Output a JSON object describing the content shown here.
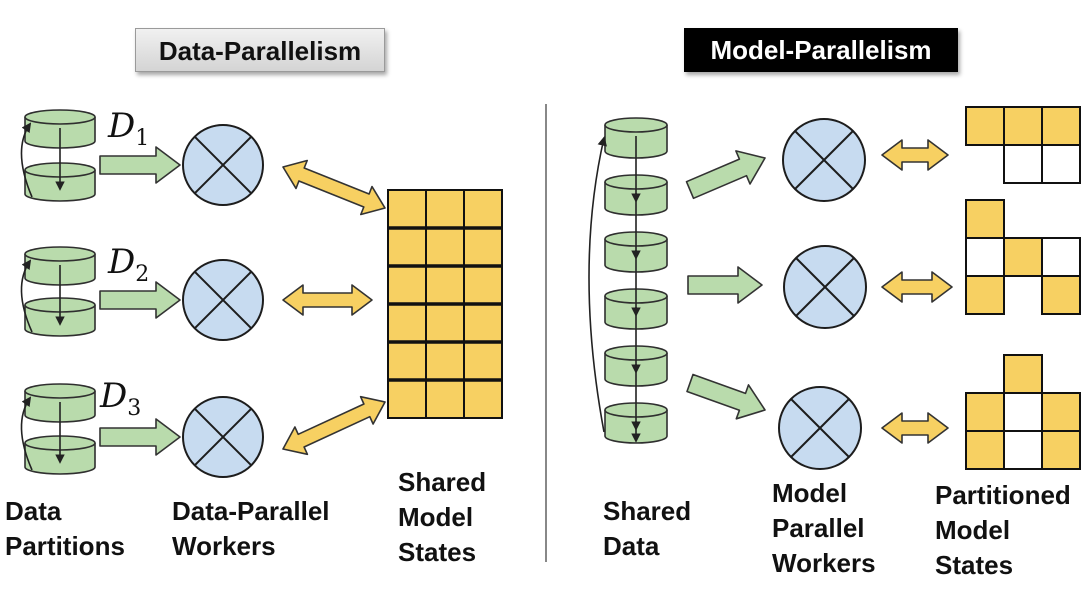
{
  "data_parallelism": {
    "title": "Data-Parallelism",
    "partition_labels": [
      {
        "letter": "D",
        "sub": "1"
      },
      {
        "letter": "D",
        "sub": "2"
      },
      {
        "letter": "D",
        "sub": "3"
      }
    ],
    "data_partitions_label": [
      "Data",
      "Partitions"
    ],
    "workers_label": [
      "Data-Parallel",
      "Workers"
    ],
    "shared_states_label": [
      "Shared",
      "Model",
      "States"
    ]
  },
  "model_parallelism": {
    "title": "Model-Parallelism",
    "shared_data_label": [
      "Shared",
      "Data"
    ],
    "workers_label": [
      "Model",
      "Parallel",
      "Workers"
    ],
    "partitioned_states_label": [
      "Partitioned",
      "Model",
      "States"
    ]
  },
  "colors": {
    "cylinder_fill": "#b9dbac",
    "cylinder_stroke": "#2f2f2f",
    "worker_fill": "#c7dbf0",
    "model_cell_fill": "#f7d062",
    "arrow_green": "#b9dbac",
    "arrow_yellow": "#f7d062",
    "divider": "#555555"
  }
}
